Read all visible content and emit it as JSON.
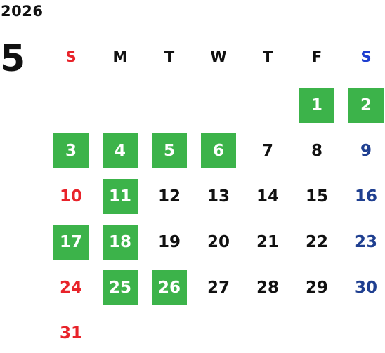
{
  "year": "2026",
  "month": "5",
  "weekdays": [
    {
      "label": "S",
      "color": "#e8232a"
    },
    {
      "label": "M",
      "color": "#111111"
    },
    {
      "label": "T",
      "color": "#111111"
    },
    {
      "label": "W",
      "color": "#111111"
    },
    {
      "label": "T",
      "color": "#111111"
    },
    {
      "label": "F",
      "color": "#111111"
    },
    {
      "label": "S",
      "color": "#1f3fd0"
    }
  ],
  "colors": {
    "highlight": "#3cb34a",
    "sunday": "#e8232a",
    "saturday": "#1f3f90",
    "weekday": "#111111",
    "highlight_text": "#ffffff"
  },
  "first_weekday_index": 5,
  "days_in_month": 31,
  "highlighted_days": [
    "1",
    "2",
    "3",
    "4",
    "5",
    "6",
    "11",
    "17",
    "18",
    "25",
    "26"
  ],
  "days": [
    "1",
    "2",
    "3",
    "4",
    "5",
    "6",
    "7",
    "8",
    "9",
    "10",
    "11",
    "12",
    "13",
    "14",
    "15",
    "16",
    "17",
    "18",
    "19",
    "20",
    "21",
    "22",
    "23",
    "24",
    "25",
    "26",
    "27",
    "28",
    "29",
    "30",
    "31"
  ]
}
